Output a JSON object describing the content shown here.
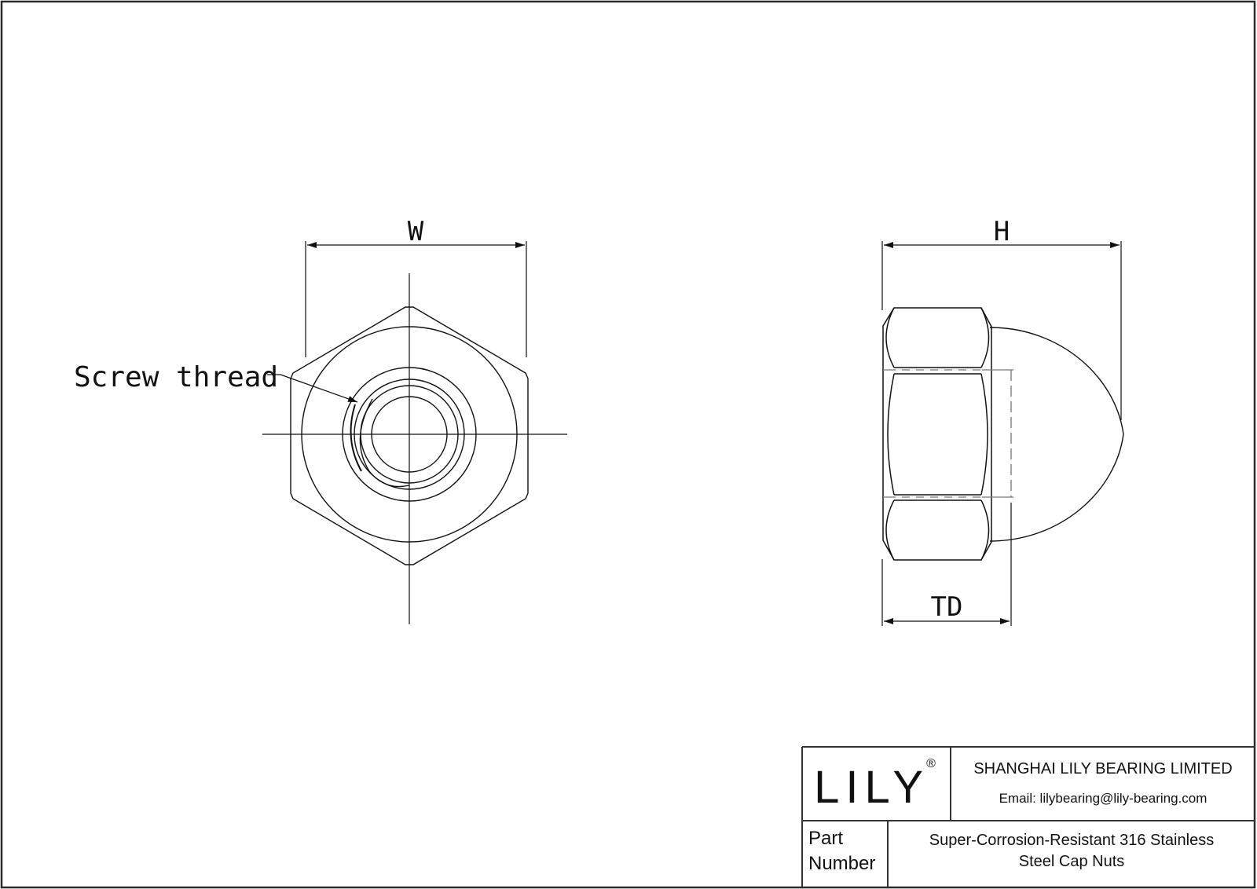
{
  "drawing": {
    "front_view": {
      "dimension_label": "W",
      "callout_label": "Screw thread"
    },
    "side_view": {
      "dimension_height_label": "H",
      "dimension_thread_depth_label": "TD"
    }
  },
  "title_block": {
    "logo_text": "LILY",
    "logo_mark": "®",
    "company_name": "SHANGHAI LILY BEARING LIMITED",
    "email": "Email: lilybearing@lily-bearing.com",
    "part_number_label_line1": "Part",
    "part_number_label_line2": "Number",
    "part_description_line1": "Super-Corrosion-Resistant 316 Stainless",
    "part_description_line2": "Steel Cap Nuts"
  },
  "colors": {
    "line": "#111111",
    "frame": "#2a2a2a",
    "hidden_line": "#777777",
    "background": "#ffffff"
  }
}
